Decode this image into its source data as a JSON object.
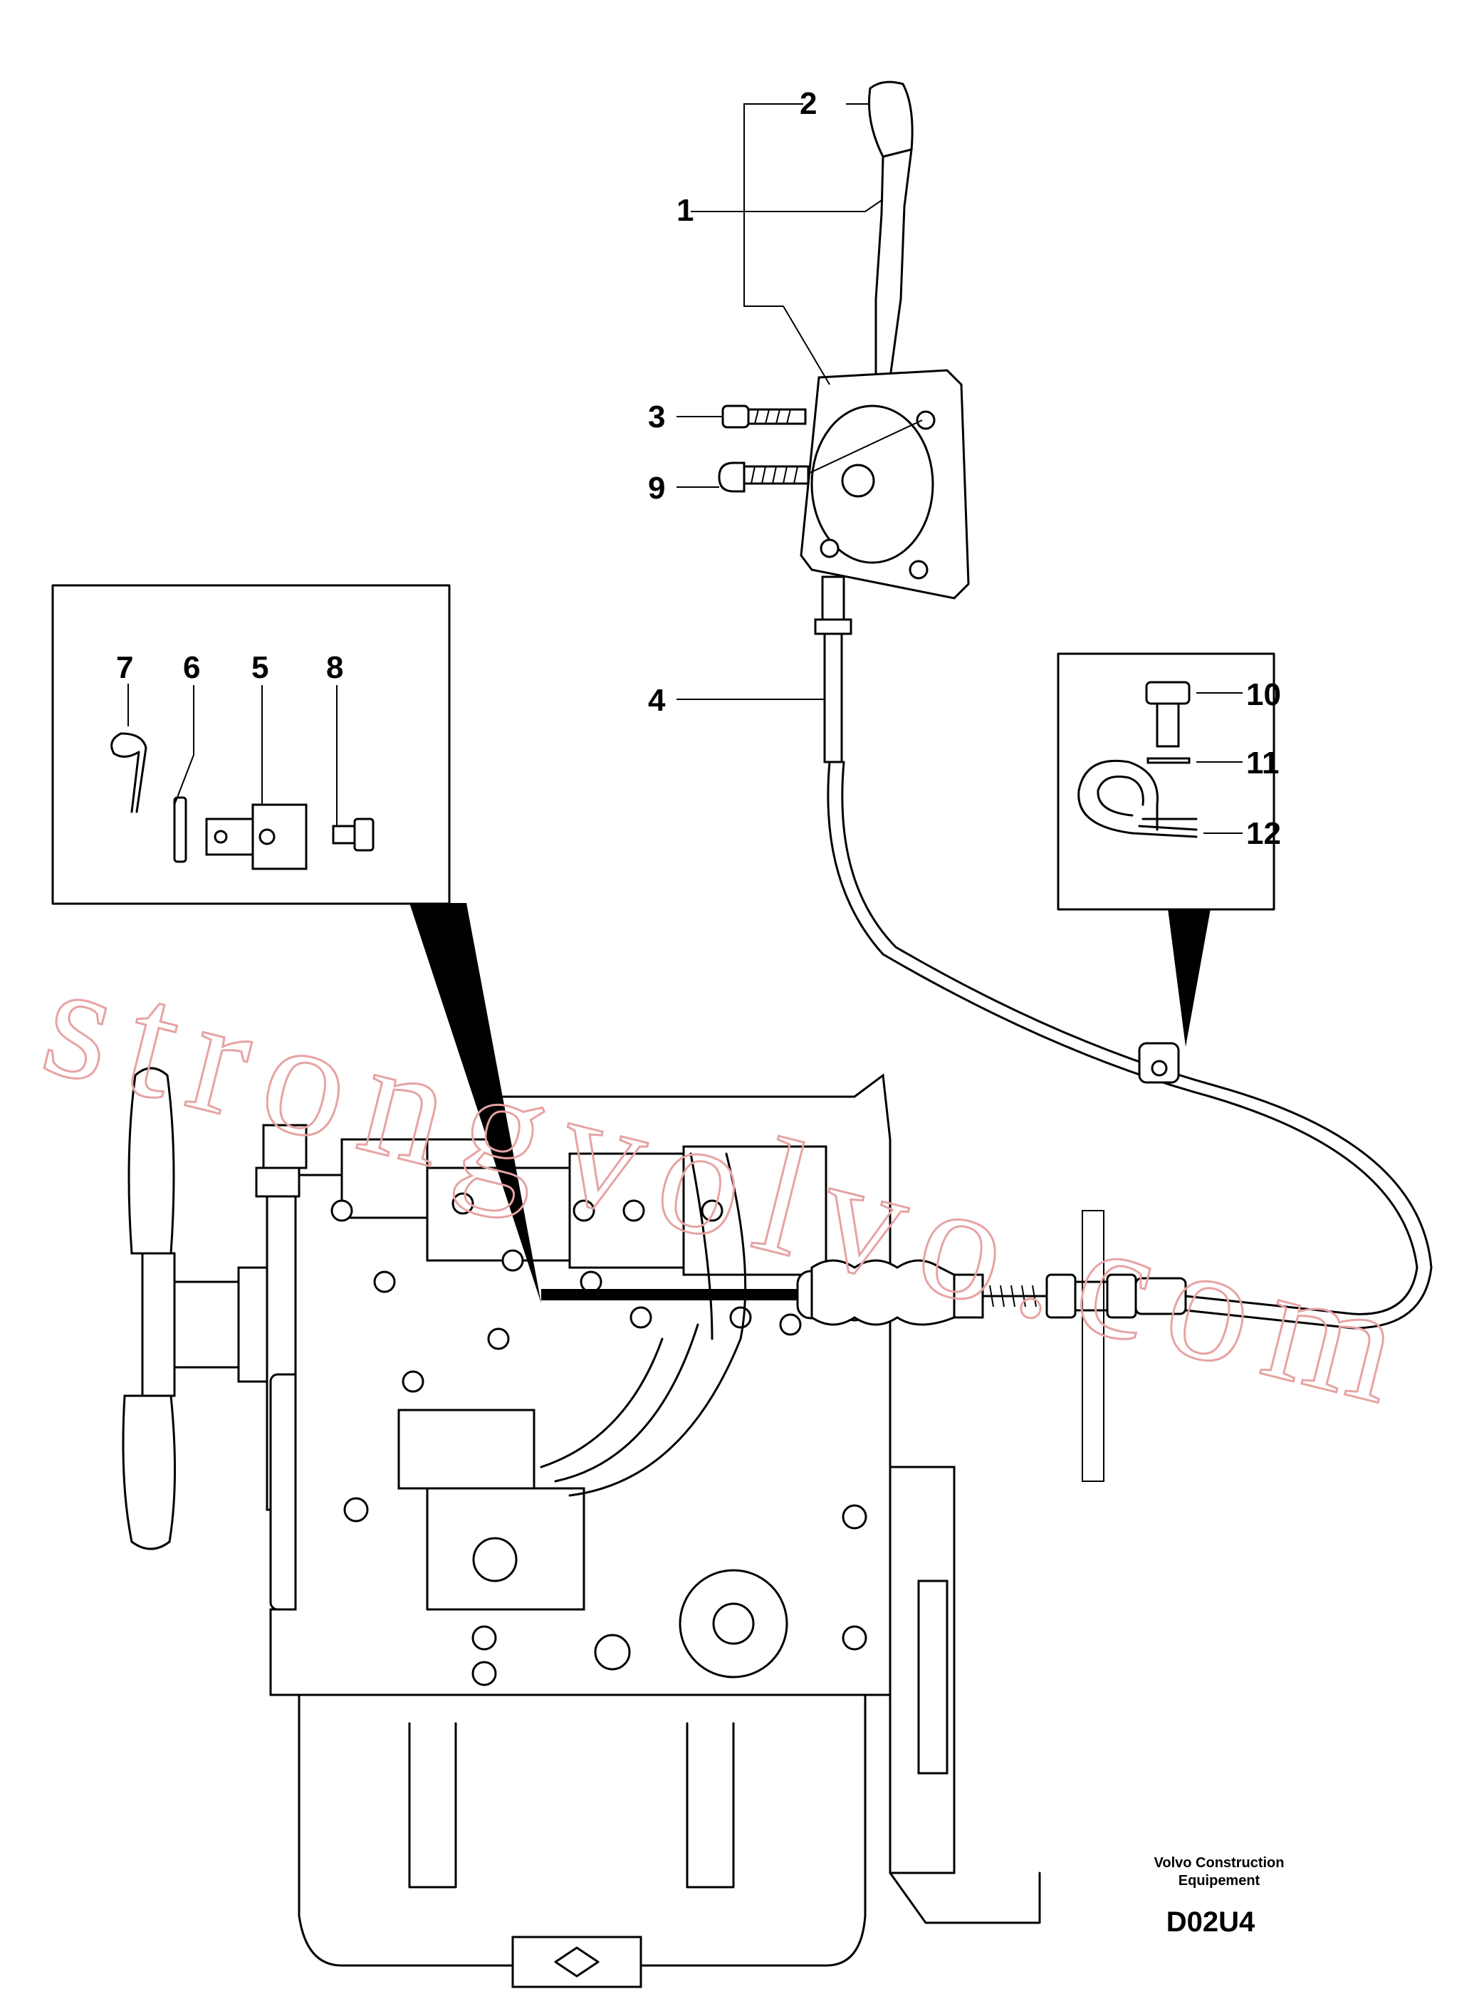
{
  "callouts": [
    {
      "id": "1",
      "label": "1"
    },
    {
      "id": "2",
      "label": "2"
    },
    {
      "id": "3",
      "label": "3"
    },
    {
      "id": "4",
      "label": "4"
    },
    {
      "id": "5",
      "label": "5"
    },
    {
      "id": "6",
      "label": "6"
    },
    {
      "id": "7",
      "label": "7"
    },
    {
      "id": "8",
      "label": "8"
    },
    {
      "id": "9",
      "label": "9"
    },
    {
      "id": "10",
      "label": "10"
    },
    {
      "id": "11",
      "label": "11"
    },
    {
      "id": "12",
      "label": "12"
    }
  ],
  "credit": {
    "line1": "Volvo Construction",
    "line2": "Equipement"
  },
  "drawing_code": "D02U4",
  "watermark": "strongvolvo.com"
}
